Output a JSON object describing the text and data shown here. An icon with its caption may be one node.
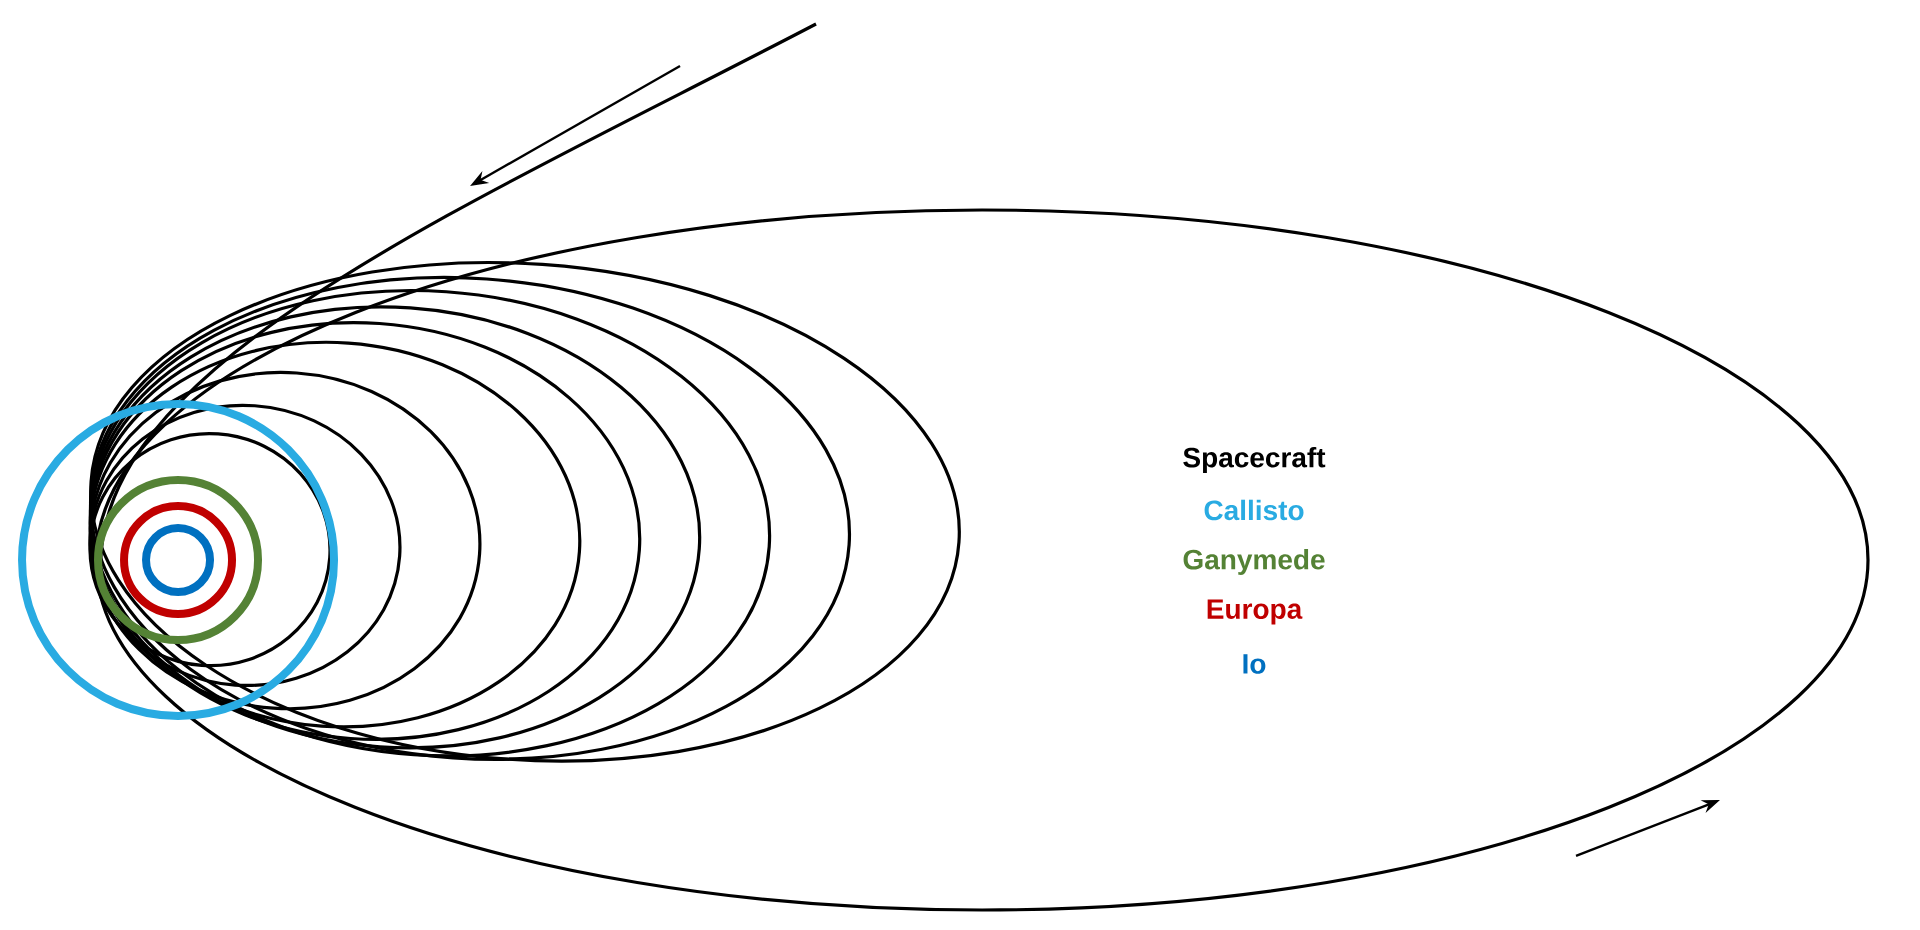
{
  "diagram": {
    "legend": [
      {
        "text": "Spacecraft",
        "color": "#000000"
      },
      {
        "text": "Callisto",
        "color": "#29abe2"
      },
      {
        "text": "Ganymede",
        "color": "#548235"
      },
      {
        "text": "Europa",
        "color": "#c00000"
      },
      {
        "text": "Io",
        "color": "#0070c0"
      }
    ]
  }
}
